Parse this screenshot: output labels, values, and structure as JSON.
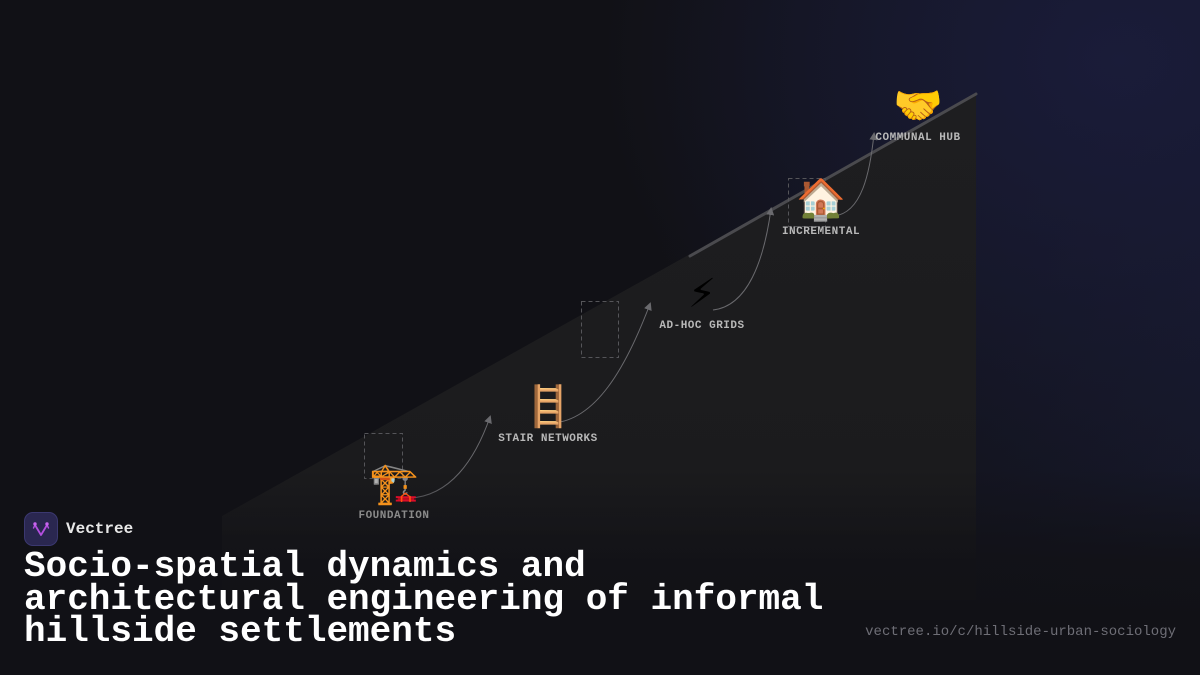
{
  "brand": {
    "name": "Vectree",
    "logo_icon": "vectree-logo-icon",
    "logo_bg": "#2a2750",
    "logo_accent": "#b44fe0"
  },
  "title": "Socio-spatial dynamics and\narchitectural engineering of informal\nhillside settlements",
  "url": "vectree.io/c/hillside-urban-sociology",
  "diagram": {
    "type": "hillside-progression",
    "colors": {
      "background": "#111116",
      "hill": "#1d1d1f",
      "ridge_line": "#4a4a4e",
      "connector": "#6a6a6e",
      "label": "#b8b8b8"
    },
    "stages": [
      {
        "id": "foundation",
        "label": "FOUNDATION",
        "icon": "construction-crane-icon",
        "emoji": "🏗️"
      },
      {
        "id": "stair-networks",
        "label": "STAIR NETWORKS",
        "icon": "ladder-icon",
        "emoji": "🪜"
      },
      {
        "id": "ad-hoc-grids",
        "label": "AD-HOC GRIDS",
        "icon": "lightning-bolt-icon",
        "emoji": "⚡"
      },
      {
        "id": "incremental",
        "label": "INCREMENTAL",
        "icon": "house-icon",
        "emoji": "🏠"
      },
      {
        "id": "communal-hub",
        "label": "COMMUNAL HUB",
        "icon": "handshake-icon",
        "emoji": "🤝"
      }
    ]
  }
}
